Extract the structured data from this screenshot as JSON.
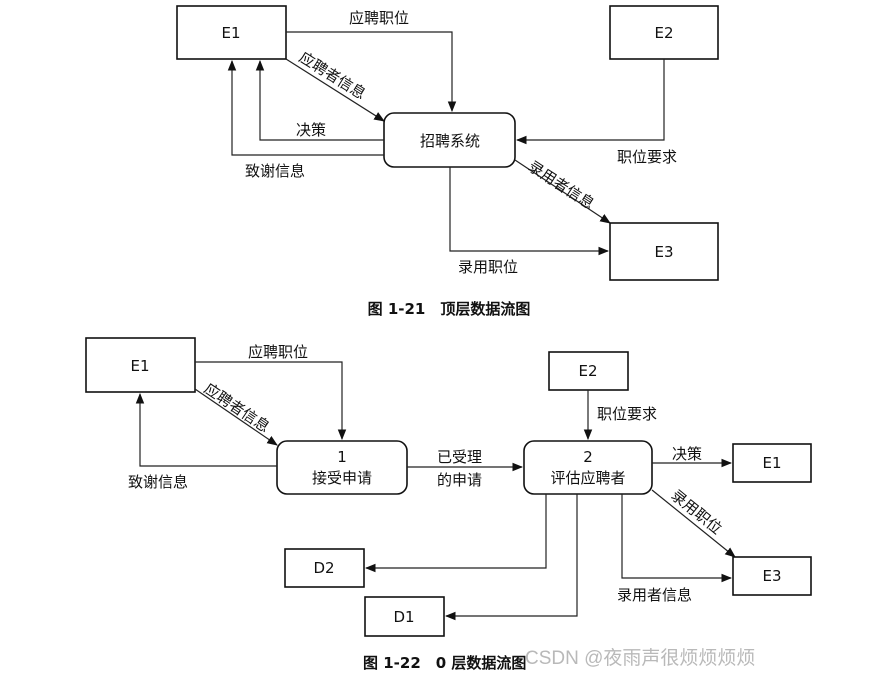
{
  "diagram1": {
    "entities": {
      "e1": "E1",
      "e2": "E2",
      "e3": "E3"
    },
    "process": "招聘系统",
    "flows": {
      "e1_job": "应聘职位",
      "e1_info": "应聘者信息",
      "decision": "决策",
      "thanks": "致谢信息",
      "requirements": "职位要求",
      "hired_info": "录用者信息",
      "hired_job": "录用职位"
    },
    "caption": "图 1-21　顶层数据流图"
  },
  "diagram2": {
    "entities": {
      "e1_left": "E1",
      "e2": "E2",
      "e1_right": "E1",
      "e3": "E3"
    },
    "stores": {
      "d2": "D2",
      "d1": "D1"
    },
    "process1": {
      "number": "1",
      "name": "接受申请"
    },
    "process2": {
      "number": "2",
      "name": "评估应聘者"
    },
    "flows": {
      "job": "应聘职位",
      "info": "应聘者信息",
      "thanks": "致谢信息",
      "accepted_line1": "已受理",
      "accepted_line2": "的申请",
      "requirements": "职位要求",
      "decision": "决策",
      "hired_job": "录用职位",
      "hired_info": "录用者信息"
    },
    "caption": "图 1-22　0 层数据流图"
  },
  "watermark": "CSDN @夜雨声很烦烦烦烦"
}
